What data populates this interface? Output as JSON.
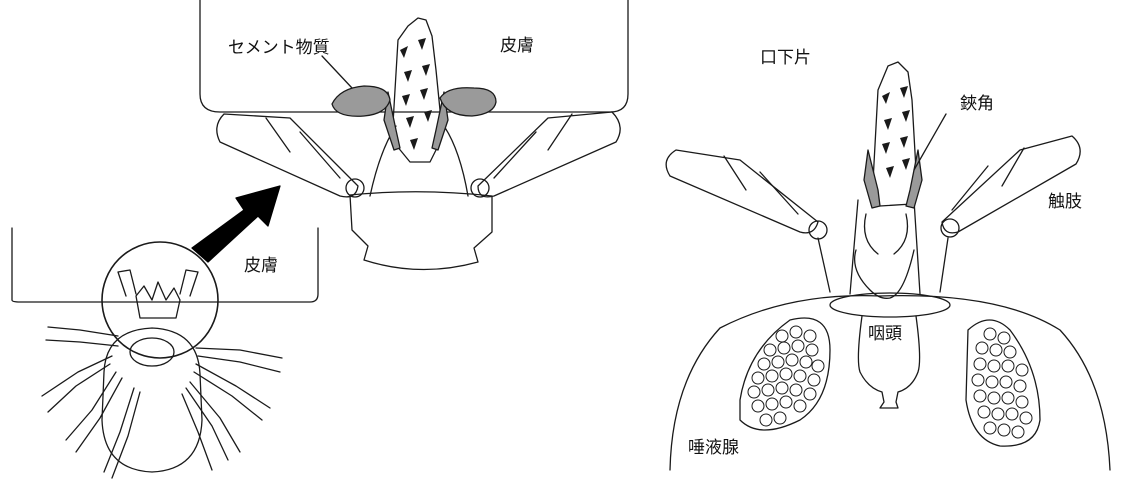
{
  "labels": {
    "cement": "セメント物質",
    "skin_top": "皮膚",
    "skin_left": "皮膚",
    "hypostome": "口下片",
    "chelicera": "鋏角",
    "palp": "触肢",
    "pharynx": "咽頭",
    "salivary_gland": "唾液腺"
  },
  "colors": {
    "line": "#1a1a1a",
    "fill_gray": "#9a9a9a",
    "arrow": "#000000"
  }
}
